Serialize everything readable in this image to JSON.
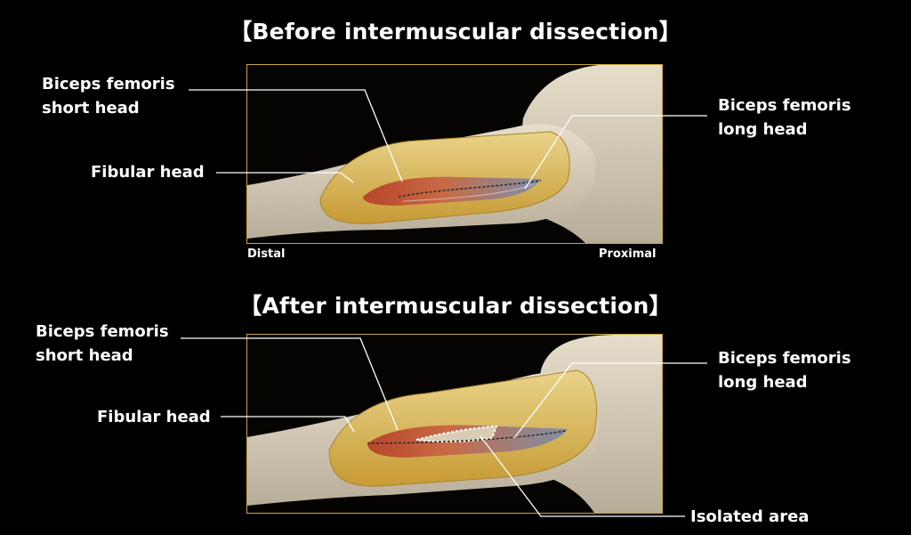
{
  "top": {
    "title": "【Before intermuscular dissection】",
    "label_short_head_line1": "Biceps femoris",
    "label_short_head_line2": "short head",
    "label_long_head_line1": "Biceps femoris",
    "label_long_head_line2": "long head",
    "label_fibular_head": "Fibular head",
    "label_distal": "Distal",
    "label_proximal": "Proximal"
  },
  "bottom": {
    "title": "【After intermuscular dissection】",
    "label_short_head_line1": "Biceps femoris",
    "label_short_head_line2": "short head",
    "label_long_head_line1": "Biceps femoris",
    "label_long_head_line2": "long head",
    "label_fibular_head": "Fibular head",
    "label_isolated_area": "Isolated area"
  },
  "colors": {
    "frame": "#c9a43a",
    "background": "#000000",
    "text": "#ffffff",
    "skin": "#d9d0bd",
    "fat": "#d9b84a",
    "short_head_muscle": "#c4532f",
    "long_head_muscle": "#8fa4b8"
  }
}
